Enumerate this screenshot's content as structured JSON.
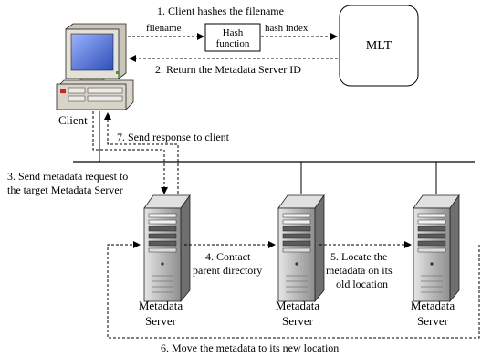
{
  "steps": {
    "step1": "1. Client hashes the filename",
    "step2": "2. Return the Metadata Server ID",
    "step3_line1": "3. Send metadata request to",
    "step3_line2": "the target Metadata Server",
    "step4_line1": "4. Contact",
    "step4_line2": "parent directory",
    "step5_line1": "5. Locate the",
    "step5_line2": "metadata on its",
    "step5_line3": "old location",
    "step6": "6. Move the metadata to its new location",
    "step7": "7. Send response to client"
  },
  "labels": {
    "filename": "filename",
    "hash_line1": "Hash",
    "hash_line2": "function",
    "hash_index": "hash index",
    "mlt": "MLT",
    "client": "Client",
    "server_line1": "Metadata",
    "server_line2": "Server"
  },
  "colors": {
    "monitor_screen": "#3a5fc8",
    "case": "#d8d4c8",
    "server_body": "#b9b9b9",
    "line": "#000000"
  },
  "icons": [
    "desktop-computer-icon",
    "server-tower-icon"
  ]
}
